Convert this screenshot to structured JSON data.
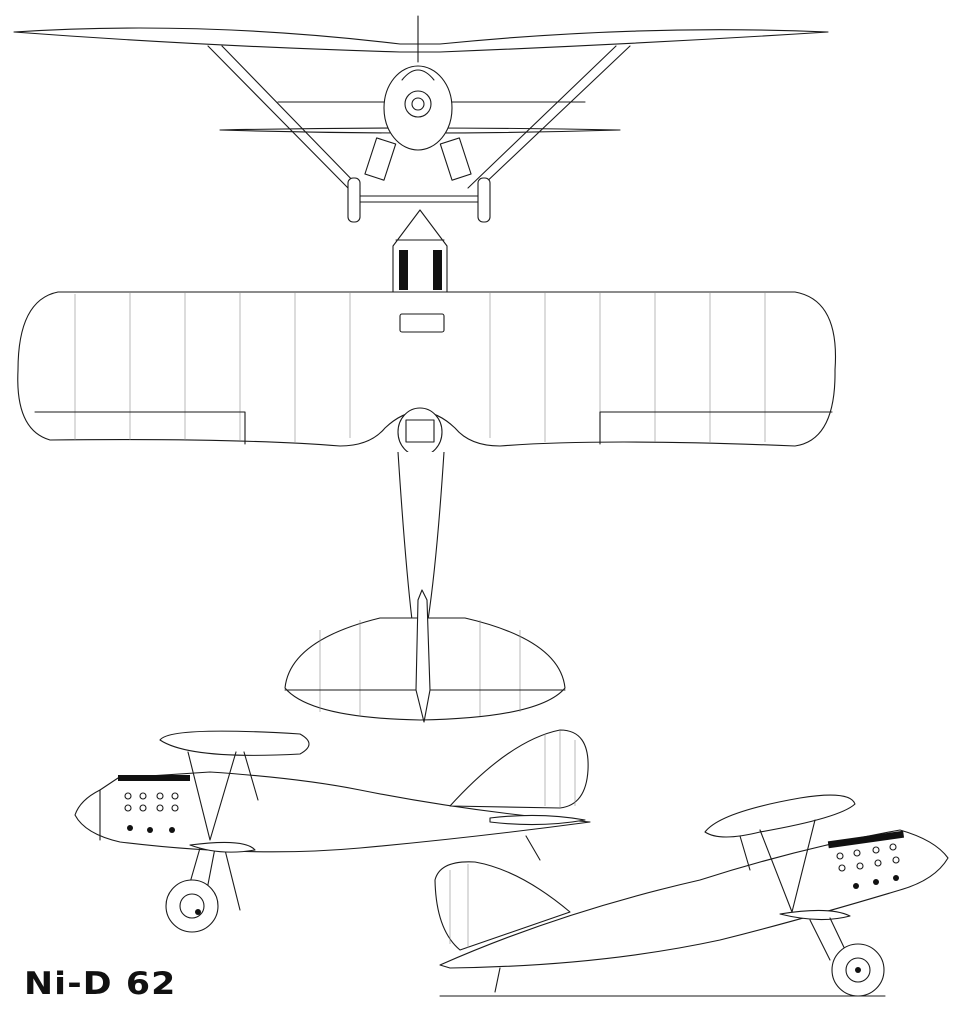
{
  "caption": "Ni-D 62",
  "views": [
    "front-view",
    "top-view",
    "left-side-view",
    "right-side-view"
  ]
}
